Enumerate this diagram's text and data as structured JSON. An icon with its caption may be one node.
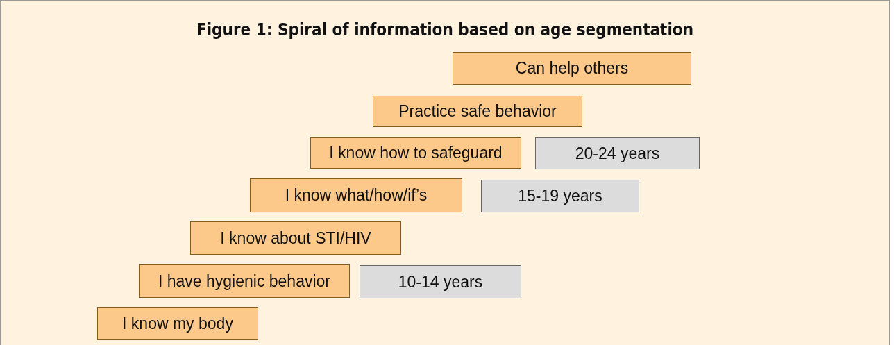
{
  "diagram": {
    "title": "Figure 1: Spiral of information based on age segmentation",
    "nodes": [
      {
        "text": [
          "Can help others"
        ]
      },
      {
        "text": [
          "Practice safe behavior"
        ]
      },
      {
        "text": [
          "I know how to safeguard"
        ]
      },
      {
        "text": [
          "20-24 years"
        ]
      },
      {
        "text": [
          "I know what/how/if’s"
        ]
      },
      {
        "text": [
          "15-19 years"
        ]
      },
      {
        "text": [
          "I know about STI/HIV"
        ]
      },
      {
        "text": [
          "I have hygienic behavior"
        ]
      },
      {
        "text": [
          "10-14 years"
        ]
      },
      {
        "text": [
          "I know my body"
        ]
      }
    ]
  }
}
